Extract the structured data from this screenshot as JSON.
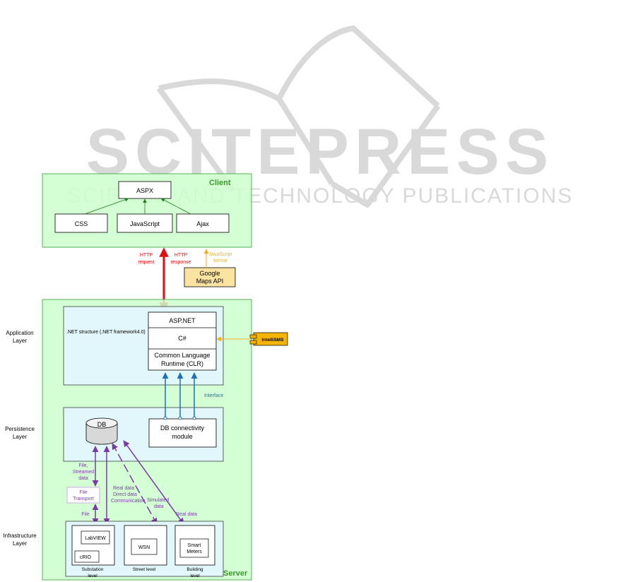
{
  "watermark": {
    "title": "SCITEPRESS",
    "subtitle": "SCIENCE AND TECHNOLOGY PUBLICATIONS"
  },
  "colors": {
    "green_fill": "#ccffcc",
    "green_border": "#55b055",
    "cyan_fill": "#e1f7fb",
    "red": "#e01010",
    "orange": "#f0b020",
    "blue": "#1e6fb5",
    "purple": "#7c3aa8",
    "dark_green": "#1f7a1f",
    "label_green": "#3a9a2a",
    "google_fill": "#fbe3a2",
    "intelli_fill": "#f5b400",
    "watermark": "#d9d9d9"
  },
  "client": {
    "title": "Client",
    "aspx": "ASPX",
    "css": "CSS",
    "javascript": "JavaScript",
    "ajax": "Ajax"
  },
  "arrows": {
    "http_request_1": "HTTP",
    "http_request_2": "request",
    "http_response_1": "HTTP",
    "http_response_2": "response",
    "js_format_1": "JavaScript",
    "js_format_2": "format",
    "interface": "Interface"
  },
  "google": {
    "line1": "Google",
    "line2": "Maps API"
  },
  "intellisms": {
    "label": "IntelliSMS"
  },
  "layers": {
    "application_1": "Application",
    "application_2": "Layer",
    "persistence_1": "Persistence",
    "persistence_2": "Layer",
    "infrastructure_1": "Infrastructure",
    "infrastructure_2": "Layer"
  },
  "server": {
    "title": "Server",
    "net_structure": ".NET structure (.NET framework4.0)",
    "aspnet": "ASP.NET",
    "csharp": "C#",
    "clr_1": "Common Language",
    "clr_2": "Runtime (CLR)"
  },
  "persistence": {
    "db": "DB",
    "module_1": "DB connectivity",
    "module_2": "module"
  },
  "data_labels": {
    "file_streamed_1": "File,",
    "file_streamed_2": "Streamed",
    "file_streamed_3": "data",
    "file_transport_1": "File",
    "file_transport_2": "Transport",
    "file": "File",
    "real_direct_1": "Real data",
    "real_direct_2": "Direct data",
    "real_direct_3": "Communication",
    "simulated_1": "Simulated",
    "simulated_2": "data",
    "real_data": "Real data"
  },
  "infrastructure": {
    "labview": "LabVIEW",
    "crio": "cRIO",
    "wsn": "WSN",
    "smart_1": "Smart",
    "smart_2": "Meters",
    "substation_1": "Substation",
    "substation_2": "level",
    "street": "Street level",
    "building_1": "Building",
    "building_2": "level"
  }
}
